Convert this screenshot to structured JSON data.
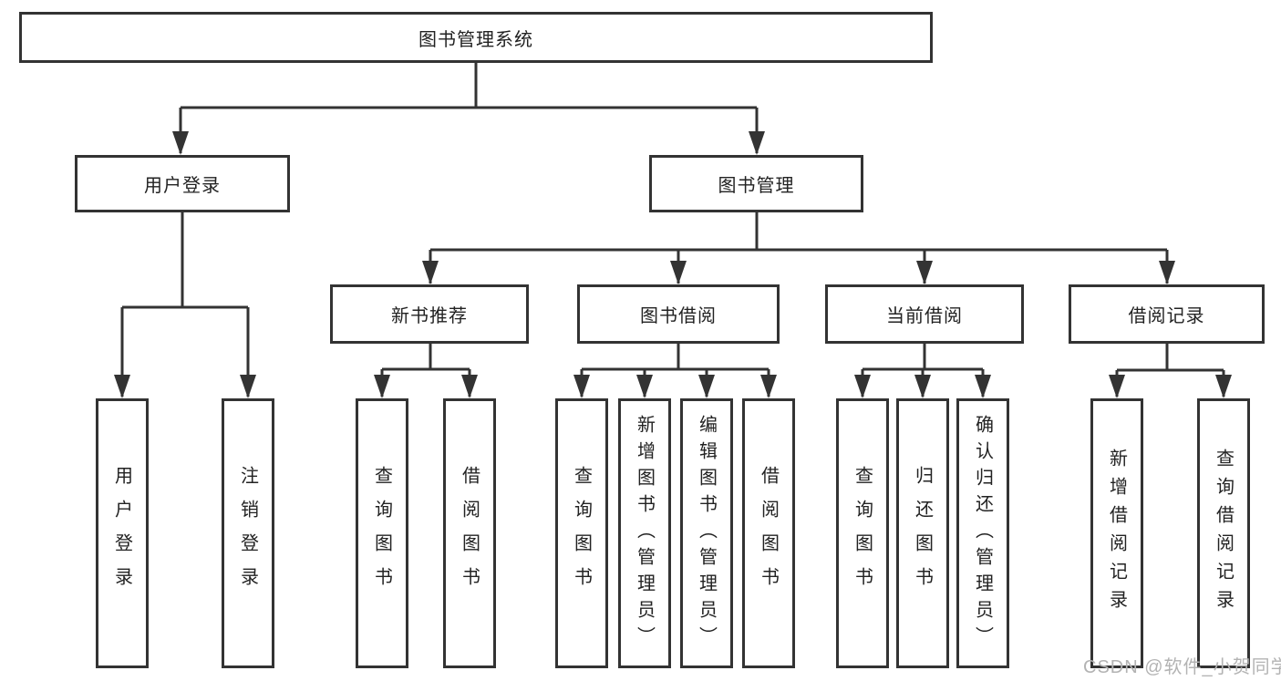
{
  "nodes": {
    "root": {
      "label": "图书管理系统"
    },
    "user_login": {
      "label": "用户登录"
    },
    "book_management": {
      "label": "图书管理"
    },
    "new_book_recommend": {
      "label": "新书推荐"
    },
    "book_borrow": {
      "label": "图书借阅"
    },
    "current_borrow": {
      "label": "当前借阅"
    },
    "borrow_records": {
      "label": "借阅记录"
    },
    "login_leaf_user_login": {
      "label": "用户登录"
    },
    "login_leaf_logout": {
      "label": "注销登录"
    },
    "recommend_leaf_query": {
      "label": "查询图书"
    },
    "recommend_leaf_borrow": {
      "label": "借阅图书"
    },
    "borrow_leaf_query": {
      "label": "查询图书"
    },
    "borrow_leaf_add": {
      "label": "新增图书（管理员）"
    },
    "borrow_leaf_edit": {
      "label": "编辑图书（管理员）"
    },
    "borrow_leaf_borrow": {
      "label": "借阅图书"
    },
    "current_leaf_query": {
      "label": "查询图书"
    },
    "current_leaf_return": {
      "label": "归还图书"
    },
    "current_leaf_confirm": {
      "label": "确认归还（管理员）"
    },
    "records_leaf_add": {
      "label": "新增借阅记录"
    },
    "records_leaf_query": {
      "label": "查询借阅记录"
    }
  },
  "watermark": {
    "text": "CSDN @软件_小贺同学"
  },
  "colors": {
    "line": "#333333",
    "box_border": "#333333",
    "text": "#222222",
    "background": "#ffffff",
    "watermark": "#b3b3b3"
  }
}
